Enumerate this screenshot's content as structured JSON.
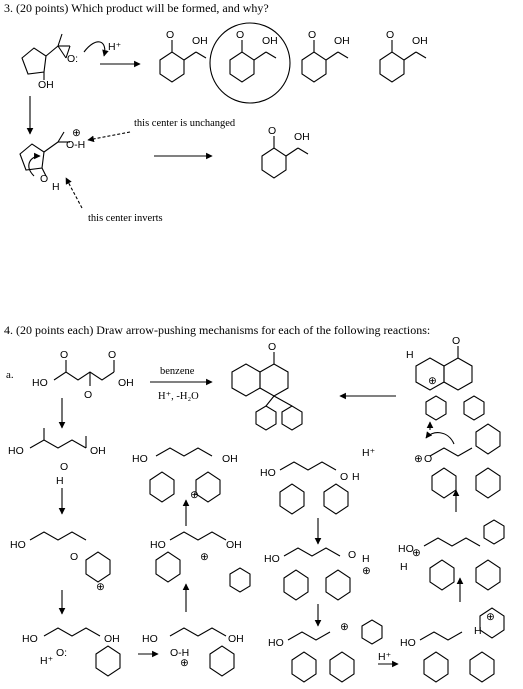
{
  "q3": {
    "title": "3.  (20 points)  Which product will be formed, and why?"
  },
  "q4": {
    "title": "4.  (20 points each)  Draw arrow-pushing mechanisms for each of the following reactions:",
    "part_a": "a."
  },
  "labels": {
    "unchanged": "this center is unchanged",
    "inverts": "this center inverts",
    "benzene": "benzene",
    "conditions": "H⁺, -H₂O"
  },
  "atoms": {
    "OH": "OH",
    "O": "O",
    "H": "H",
    "HO": "HO",
    "Hplus": "H⁺",
    "O_H": "O-H",
    "OLonePair": "O:",
    "plus": "⊕"
  }
}
